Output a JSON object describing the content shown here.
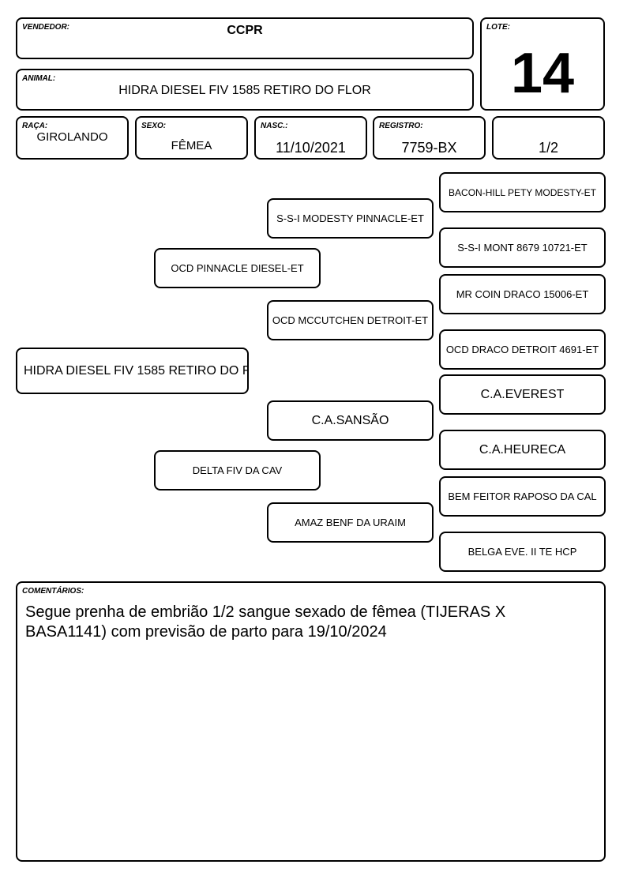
{
  "header": {
    "vendedor_label": "VENDEDOR:",
    "vendedor": "CCPR",
    "lote_label": "LOTE:",
    "lote": "14",
    "animal_label": "ANIMAL:",
    "animal": "HIDRA DIESEL FIV 1585 RETIRO DO FLOR",
    "raca_label": "RAÇA:",
    "raca": "GIROLANDO",
    "sexo_label": "SEXO:",
    "sexo": "FÊMEA",
    "nasc_label": "NASC.:",
    "nasc": "11/10/2021",
    "registro_label": "REGISTRO:",
    "registro": "7759-BX",
    "grau": "1/2"
  },
  "pedigree": {
    "animal": "HIDRA DIESEL FIV 1585 RETIRO DO F",
    "sire": "OCD PINNACLE DIESEL-ET",
    "dam": "DELTA FIV DA CAV",
    "sire_sire": "S-S-I MODESTY PINNACLE-ET",
    "sire_dam": "OCD MCCUTCHEN DETROIT-ET",
    "dam_sire": "C.A.SANSÃO",
    "dam_dam": "AMAZ BENF DA URAIM",
    "ss_sire": "BACON-HILL PETY MODESTY-ET",
    "ss_dam": "S-S-I MONT 8679 10721-ET",
    "sd_sire": "MR COIN DRACO 15006-ET",
    "sd_dam": "OCD DRACO DETROIT 4691-ET",
    "ds_sire": "C.A.EVEREST",
    "ds_dam": "C.A.HEURECA",
    "dd_sire": "BEM FEITOR RAPOSO DA CAL",
    "dd_dam": "BELGA EVE. II TE HCP"
  },
  "comments": {
    "label": "COMENTÁRIOS:",
    "text": "Segue prenha de embrião 1/2 sangue sexado de fêmea (TIJERAS X BASA1141) com previsão de parto para 19/10/2024"
  }
}
